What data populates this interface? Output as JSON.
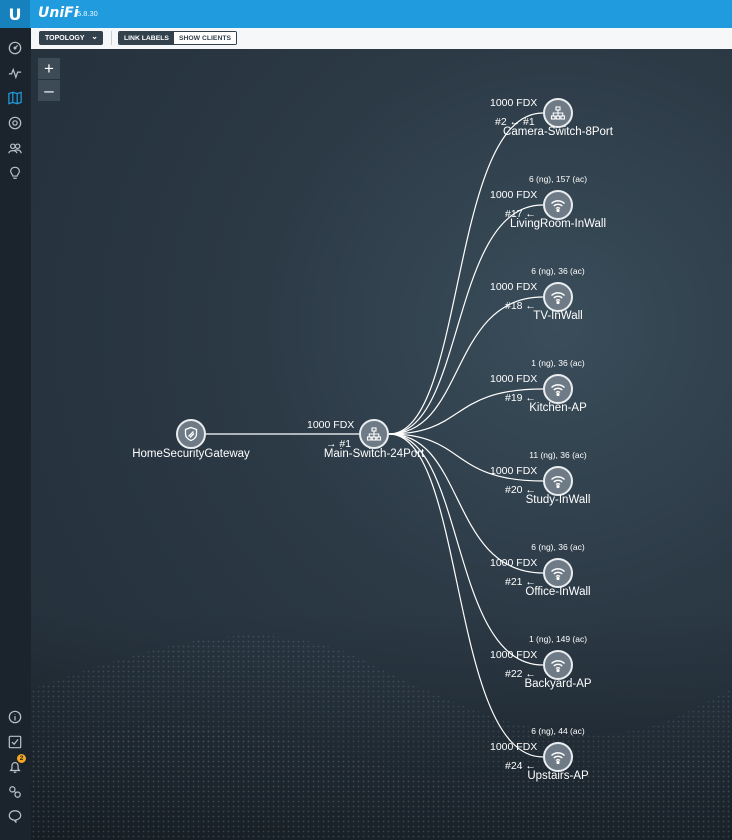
{
  "app": {
    "brand": "UniFi",
    "version": "5.8.30"
  },
  "sidebar": {
    "top_icons": [
      "dashboard-icon",
      "statistics-icon",
      "map-icon",
      "devices-icon",
      "clients-icon",
      "insights-icon"
    ],
    "bottom_icons": [
      "info-icon",
      "checklist-icon",
      "alerts-icon",
      "settings-icon",
      "chat-icon"
    ],
    "alert_count": "2"
  },
  "toolbar": {
    "view_select": "TOPOLOGY",
    "link_labels": "LINK LABELS",
    "show_clients": "SHOW CLIENTS"
  },
  "zoom": {
    "in": "+",
    "out": "–"
  },
  "topology": {
    "gateway": {
      "name": "HomeSecurityGateway",
      "icon": "shield-icon"
    },
    "switch": {
      "name": "Main-Switch-24Port",
      "speed": "1000  FDX",
      "port": "→ #1",
      "icon": "switch-icon"
    },
    "devices": [
      {
        "name": "Camera-Switch-8Port",
        "speed": "1000  FDX",
        "port": "#2  ↔  #1",
        "clients": "",
        "icon": "switch-icon"
      },
      {
        "name": "LivingRoom-InWall",
        "speed": "1000  FDX",
        "port": "#17  ←",
        "clients": "6 (ng), 157 (ac)",
        "icon": "wifi-icon"
      },
      {
        "name": "TV-InWall",
        "speed": "1000  FDX",
        "port": "#18  ←",
        "clients": "6 (ng), 36 (ac)",
        "icon": "wifi-icon"
      },
      {
        "name": "Kitchen-AP",
        "speed": "1000  FDX",
        "port": "#19  ←",
        "clients": "1 (ng), 36 (ac)",
        "icon": "wifi-icon"
      },
      {
        "name": "Study-InWall",
        "speed": "1000  FDX",
        "port": "#20  ←",
        "clients": "11 (ng), 36 (ac)",
        "icon": "wifi-icon"
      },
      {
        "name": "Office-InWall",
        "speed": "1000  FDX",
        "port": "#21  ←",
        "clients": "6 (ng), 36 (ac)",
        "icon": "wifi-icon"
      },
      {
        "name": "Backyard-AP",
        "speed": "1000  FDX",
        "port": "#22  ←",
        "clients": "1 (ng), 149 (ac)",
        "icon": "wifi-icon"
      },
      {
        "name": "Upstairs-AP",
        "speed": "1000  FDX",
        "port": "#24  ←",
        "clients": "6 (ng), 44 (ac)",
        "icon": "wifi-icon"
      }
    ]
  },
  "colors": {
    "accent": "#1f9bde",
    "sidebar": "#1b242c",
    "canvas": "#2c3a46",
    "node": "#6e7b86",
    "alert_badge": "#f5a623"
  }
}
